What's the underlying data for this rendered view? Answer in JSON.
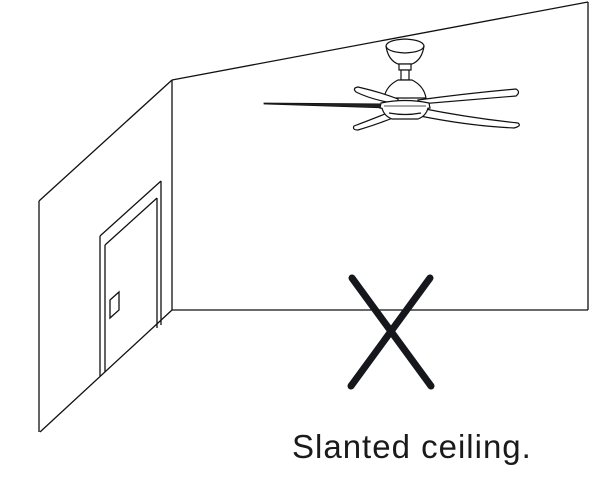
{
  "figure": {
    "caption": "Slanted ceiling.",
    "subject": "ceiling-fan-installation-warning",
    "verdict": "not-allowed",
    "colors": {
      "line": "#111111",
      "x_mark": "#15171c",
      "background": "#ffffff",
      "text": "#1a1a1a"
    }
  },
  "elements": {
    "room": {
      "left_wall": "left-wall",
      "back_wall": "back-wall",
      "ceiling": "slanted-ceiling-edge",
      "door": "door-with-frame",
      "door_plate": "door-handle-plate"
    },
    "fan": {
      "blades": 5,
      "parts": [
        "canopy",
        "downrod",
        "motor-housing",
        "light-kit",
        "blades"
      ]
    },
    "x_mark": "prohibited-mark"
  }
}
